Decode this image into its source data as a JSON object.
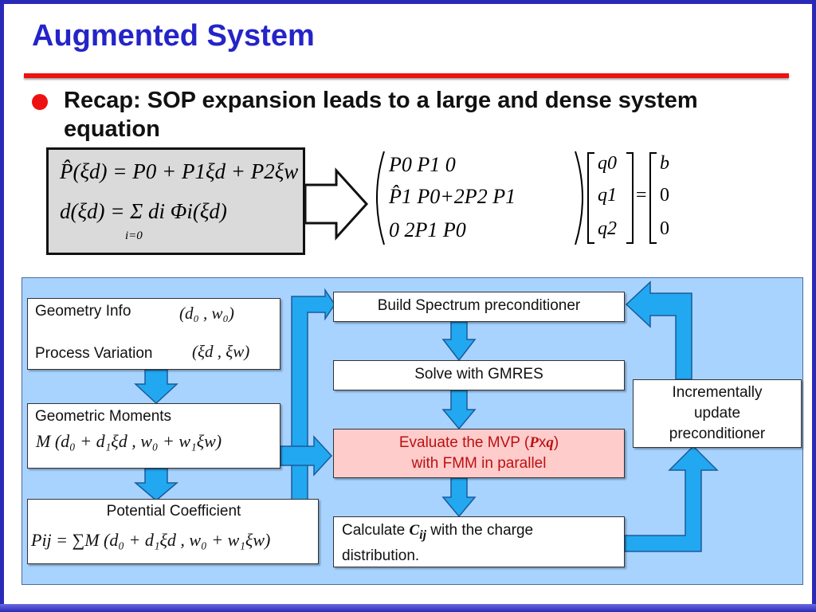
{
  "slide": {
    "title": "Augmented System",
    "bullet_text": "Recap: SOP expansion leads to a large and dense system equation"
  },
  "equations": {
    "left_line1": "P̂(ξd) = P0 + P1ξd + P2ξw",
    "left_line2": "d(ξd) = Σ di Φi(ξd)",
    "left_sum_index": "i=0",
    "matrix_rows": [
      "P0   P1   0",
      "P̂1   P0+2P2   P1",
      "0   2P1   P0"
    ],
    "unknowns": [
      "q0",
      "q1",
      "q2"
    ],
    "rhs": [
      "b",
      "0",
      "0"
    ]
  },
  "flow": {
    "geometry_info": "Geometry Info",
    "geometry_math": "(d₀ , w₀)",
    "process_variation": "Process Variation",
    "process_math": "(ξd , ξw)",
    "geometric_moments": "Geometric Moments",
    "moments_math": "M (d₀ + d₁ξd , w₀ + w₁ξw)",
    "potential_coefficient": "Potential Coefficient",
    "potential_math": "Pij = ∑M (d₀ + d₁ξd , w₀ + w₁ξw)",
    "build_spectrum": "Build Spectrum preconditioner",
    "solve_gmres": "Solve with GMRES",
    "evaluate_mvp_prefix": "Evaluate the MVP (",
    "evaluate_mvp_P": "P",
    "evaluate_mvp_x": "x",
    "evaluate_mvp_q": "q",
    "evaluate_mvp_suffix": ")",
    "evaluate_mvp_line2": "with FMM in parallel",
    "calculate_prefix": "Calculate ",
    "calculate_C": "C",
    "calculate_ij": "ij",
    "calculate_suffix": " with the charge",
    "calculate_line2": "distribution.",
    "incremental_line1": "Incrementally",
    "incremental_line2": "update",
    "incremental_line3": "preconditioner"
  },
  "colors": {
    "title": "#2424c8",
    "rule": "#ee1111",
    "panel": "#a9d3ff",
    "arrow": "#22a8f0",
    "highlight_box": "#ffcccc"
  }
}
